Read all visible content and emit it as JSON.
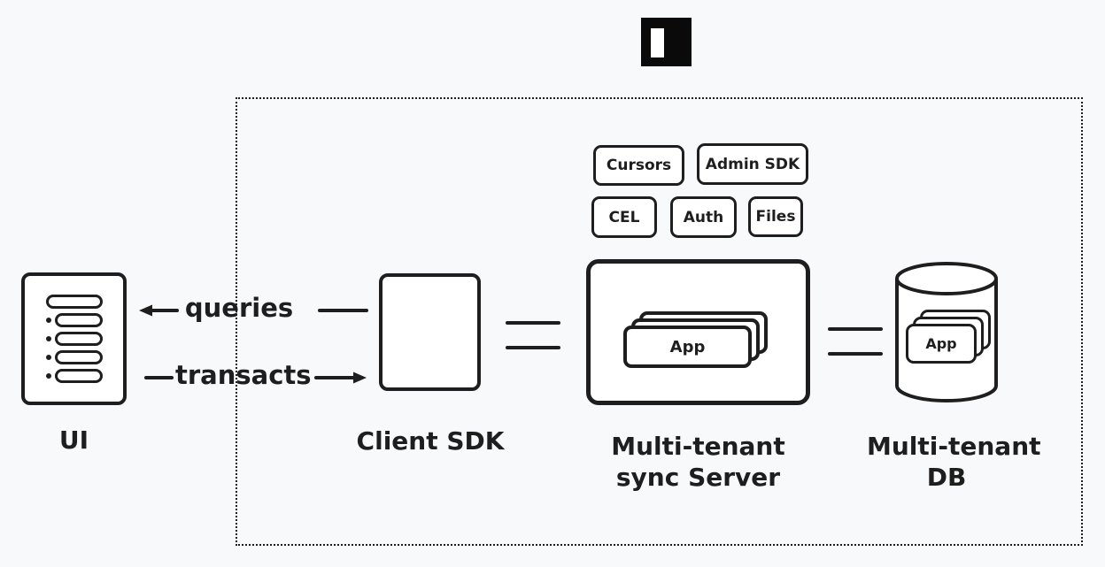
{
  "colors": {
    "background": "#f8f9fb",
    "stroke": "#1e1e1e",
    "fill": "#ffffff"
  },
  "badges": {
    "row1": [
      {
        "label": "Cursors"
      },
      {
        "label": "Admin SDK"
      }
    ],
    "row2": [
      {
        "label": "CEL"
      },
      {
        "label": "Auth"
      },
      {
        "label": "Files"
      }
    ]
  },
  "edges": {
    "queries": {
      "label": "queries"
    },
    "transacts": {
      "label": "transacts"
    }
  },
  "nodes": {
    "ui": {
      "label": "UI"
    },
    "client_sdk": {
      "label": "Client SDK"
    },
    "sync_server": {
      "label_line1": "Multi-tenant",
      "label_line2": "sync Server",
      "card_label": "App"
    },
    "db": {
      "label_line1": "Multi-tenant",
      "label_line2": "DB",
      "card_label": "App"
    }
  }
}
